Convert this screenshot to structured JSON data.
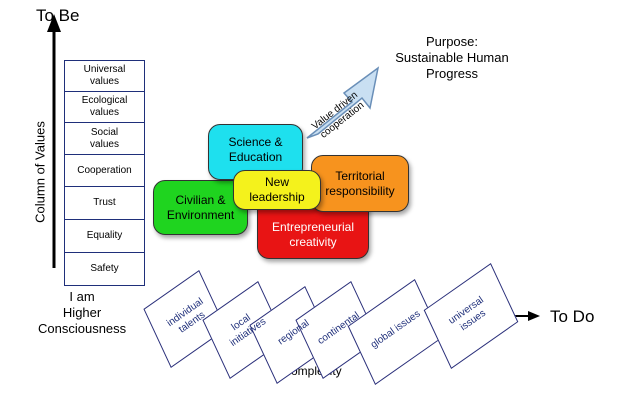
{
  "axes": {
    "to_be": "To Be",
    "to_do": "To Do",
    "column_label": "Column of Values",
    "complexity": "complexity",
    "origin_label": "I am\nHigher\nConsciousness"
  },
  "values_column": [
    "Universal\nvalues",
    "Ecological\nvalues",
    "Social\nvalues",
    "Cooperation",
    "Trust",
    "Equality",
    "Safety"
  ],
  "blocks": {
    "science": "Science &\nEducation",
    "civilian": "Civilian &\nEnvironment",
    "leadership": "New\nleadership",
    "territorial": "Territorial\nresponsibility",
    "entrepreneurial": "Entrepreneurial\ncreativity"
  },
  "block_colors": {
    "science": "#1ee0ee",
    "civilian": "#1fd41f",
    "leadership": "#f4f21c",
    "territorial": "#f7931e",
    "entrepreneurial": "#e81414"
  },
  "arrow": {
    "label": "Value driven\ncooperation",
    "color": "#c9dff2"
  },
  "purpose": "Purpose:\nSustainable Human\nProgress",
  "complexity_levels": [
    "individual\ntalents",
    "local\ninitiatives",
    "regional",
    "continental",
    "global issues",
    "universal\nissues"
  ]
}
